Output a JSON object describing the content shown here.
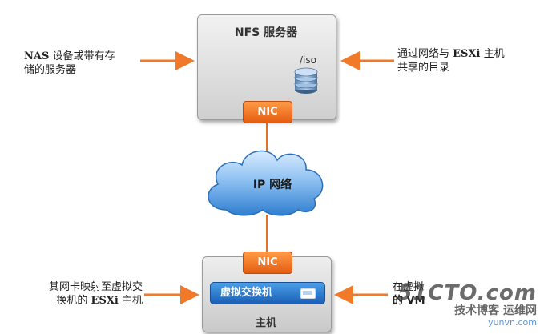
{
  "nfs_server": {
    "title": "NFS 服务器",
    "iso_label": "/iso"
  },
  "nic_top_label": "NIC",
  "nic_bottom_label": "NIC",
  "cloud_label": "IP 网络",
  "host": {
    "vswitch_label": "虚拟交换机",
    "label": "主机"
  },
  "annotations": {
    "top_left": {
      "bold": "NAS",
      "line1_rest": " 设备或带有存",
      "line2": "储的服务器"
    },
    "top_right": {
      "line1_pre": "通过网络与 ",
      "bold": "ESXi",
      "line1_post": " 主机",
      "line2": "共享的目录"
    },
    "bottom_left": {
      "line1": "其网卡映射至虚拟交",
      "line2_pre": "换机的 ",
      "bold": "ESXi",
      "line2_post": " 主机"
    },
    "bottom_right": {
      "line1": "在虚拟",
      "line2": "的 VM"
    }
  },
  "watermark": {
    "line1": "51CTO.com",
    "line2": "技术博客  运维网",
    "line3": "yunvn.com"
  },
  "colors": {
    "arrow": "#f07a2a",
    "nic": "#e8661a",
    "vswitch": "#2f7fd6",
    "cloud": "#4f95d8"
  }
}
